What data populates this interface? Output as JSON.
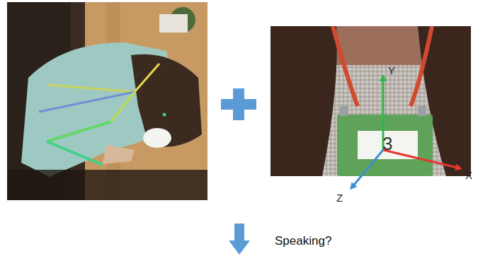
{
  "diagram": {
    "labels": [
      "Y",
      "X",
      "Z",
      "3",
      "Speaking?"
    ]
  }
}
